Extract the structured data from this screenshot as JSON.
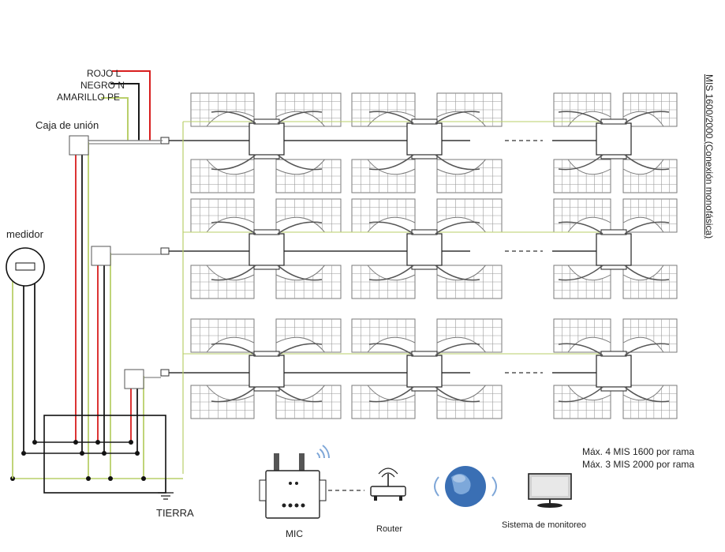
{
  "labels": {
    "rojo": "ROJO L",
    "negro": "NEGRO N",
    "amarillo": "AMARILLO PE",
    "caja": "Caja de unión",
    "medidor": "medidor",
    "tierra": "TIERRA",
    "max1": "Máx. 4 MIS 1600 por rama",
    "max2": "Máx. 3 MIS 2000 por rama",
    "mic": "MIC",
    "router": "Router",
    "sistema": "Sistema de monitoreo",
    "vertical": "MIS 1600/2000 (Conexión monofásica)"
  },
  "colors": {
    "red": "#d81e1e",
    "black": "#1a1a1a",
    "yellow": "#b9cf6a",
    "panel": "#7a7a7a",
    "globe": "#3a6fb4",
    "wifi": "#7fa7d8"
  },
  "icons": [
    "meter-icon",
    "junction-box-icon",
    "inverter-icon",
    "solar-panel-icon",
    "mic-gateway-icon",
    "router-icon",
    "globe-icon",
    "monitor-icon",
    "wifi-icon",
    "ground-icon"
  ]
}
